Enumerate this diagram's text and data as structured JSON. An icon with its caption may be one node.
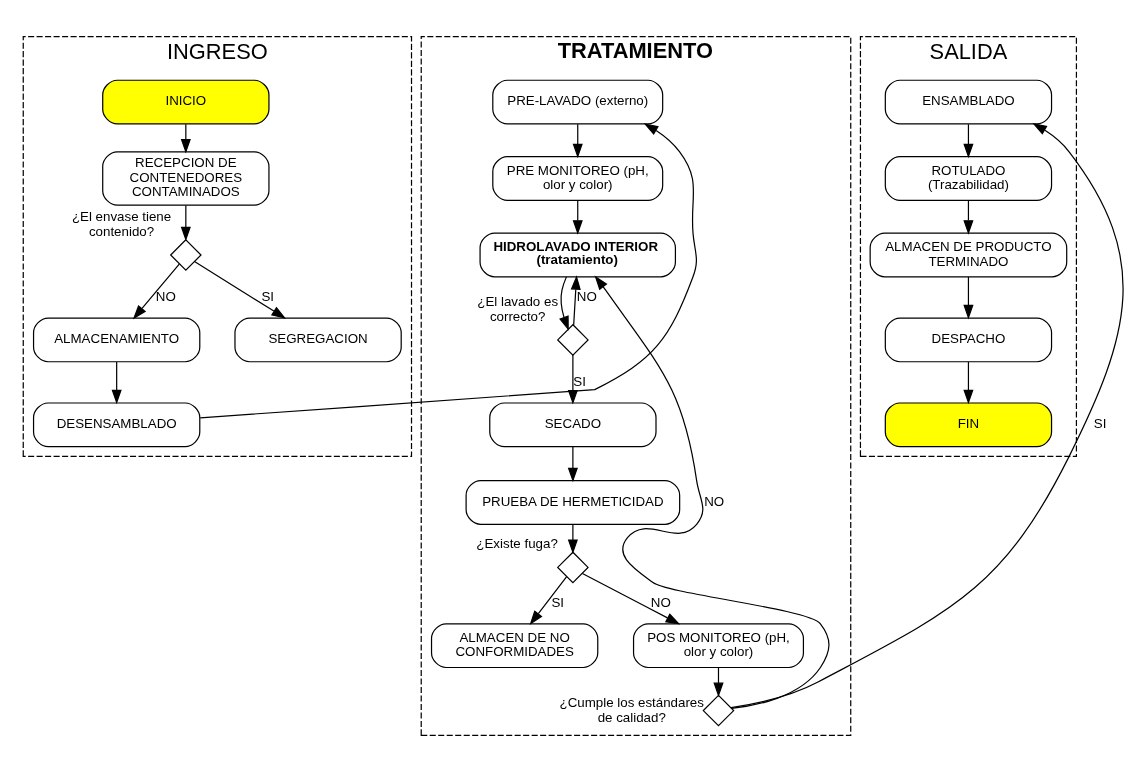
{
  "diagram": {
    "nodes": [
      {
        "text": [
          "INGRESO"
        ]
      },
      {
        "text": [
          "INICIO"
        ],
        "in": 0
      },
      {
        "text": [
          "RECEPCION DE CONTENEDORES CONTAMINADOS"
        ],
        "in": 0
      },
      {
        "text": [],
        "shape": "diamond",
        "in": 0,
        "beside": [
          "¿El envase tiene contenido?"
        ]
      },
      {
        "text": [
          "ALMACENAMIENTO"
        ],
        "in": 0
      },
      {
        "text": [
          "SEGREGACION"
        ],
        "in": 0
      },
      {
        "text": [
          "DESENSAMBLADO"
        ],
        "in": 0
      },
      {
        "text": [
          "TRATAMIENTO"
        ]
      },
      {
        "text": [
          "PRE-LAVADO (externo)"
        ],
        "in": 7
      },
      {
        "text": [
          "PRE MONITOREO (pH, olor y color)"
        ],
        "in": 7
      },
      {
        "text": [
          "HIDROLAVADO INTERIOR (tratamiento)"
        ],
        "in": 7
      },
      {
        "text": [],
        "shape": "diamond",
        "in": 7,
        "beside": [
          "¿El lavado es correcto?"
        ]
      },
      {
        "text": [
          "SECADO"
        ],
        "in": 7
      },
      {
        "text": [
          "PRUEBA DE HERMETICIDAD"
        ],
        "in": 7
      },
      {
        "text": [],
        "shape": "diamond",
        "in": 7,
        "beside": [
          "¿Existe fuga?"
        ]
      },
      {
        "text": [
          "ALMACEN DE NO CONFORMIDADES"
        ],
        "in": 7
      },
      {
        "text": [
          "POS MONITOREO (pH, olor y color)"
        ],
        "in": 7
      },
      {
        "text": [],
        "shape": "diamond",
        "in": 7,
        "beside": [
          "¿Cumple los estándares de calidad?"
        ]
      },
      {
        "text": [
          "SALIDA"
        ]
      },
      {
        "text": [
          "ENSAMBLADO"
        ],
        "in": 18
      },
      {
        "text": [
          "ROTULADO (Trazabilidad)"
        ],
        "in": 18
      },
      {
        "text": [
          "ALMACEN DE PRODUCTO TERMINADO"
        ],
        "in": 18
      },
      {
        "text": [
          "DESPACHO"
        ],
        "in": 18
      },
      {
        "text": [
          "FIN"
        ],
        "in": 18
      }
    ],
    "edges": [
      {
        "from": 1,
        "to": 2,
        "arrow": "to"
      },
      {
        "from": 2,
        "to": 3,
        "arrow": "to"
      },
      {
        "from": 3,
        "to": 4,
        "arrow": "to",
        "label": "NO"
      },
      {
        "from": 3,
        "to": 5,
        "arrow": "to",
        "label": "SI"
      },
      {
        "from": 4,
        "to": 6,
        "arrow": "to"
      },
      {
        "from": 6,
        "to": 8,
        "arrow": "to"
      },
      {
        "from": 8,
        "to": 9,
        "arrow": "to"
      },
      {
        "from": 9,
        "to": 10,
        "arrow": "to"
      },
      {
        "from": 10,
        "to": 11,
        "arrow": "to"
      },
      {
        "from": 11,
        "to": 10,
        "arrow": "to",
        "label": "NO"
      },
      {
        "from": 11,
        "to": 12,
        "arrow": "to",
        "label": "SI"
      },
      {
        "from": 12,
        "to": 13,
        "arrow": "to"
      },
      {
        "from": 13,
        "to": 14,
        "arrow": "to"
      },
      {
        "from": 14,
        "to": 15,
        "arrow": "to",
        "label": "SI"
      },
      {
        "from": 14,
        "to": 16,
        "arrow": "to",
        "label": "NO"
      },
      {
        "from": 16,
        "to": 17,
        "arrow": "to"
      },
      {
        "from": 17,
        "to": 10,
        "arrow": "to",
        "label": "NO"
      },
      {
        "from": 17,
        "to": 19,
        "arrow": "to",
        "label": "SI"
      },
      {
        "from": 19,
        "to": 20,
        "arrow": "to"
      },
      {
        "from": 20,
        "to": 21,
        "arrow": "to"
      },
      {
        "from": 21,
        "to": 22,
        "arrow": "to"
      },
      {
        "from": 22,
        "to": 23,
        "arrow": "to"
      }
    ]
  }
}
